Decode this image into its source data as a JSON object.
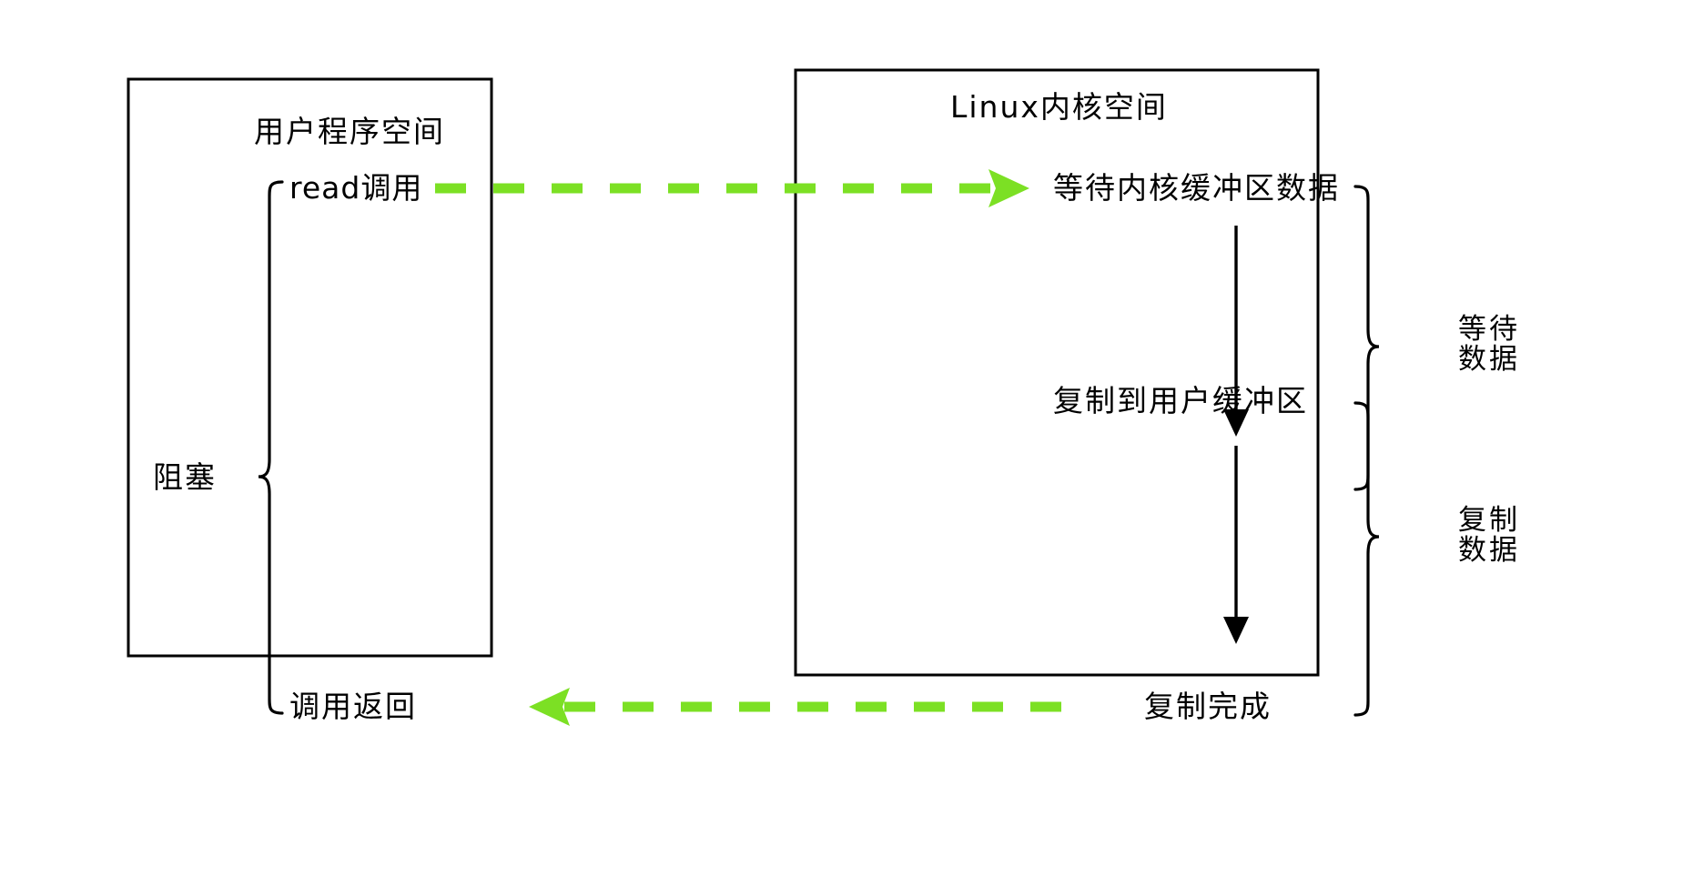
{
  "diagram": {
    "type": "flow-diagram",
    "title_hidden": "",
    "colors": {
      "stroke": "#000000",
      "background": "#ffffff",
      "green_arrow": "#7CE024"
    },
    "user_space": {
      "title": "用户程序空间",
      "brace_label": "阻塞",
      "steps": [
        {
          "label": "read调用"
        },
        {
          "label": "调用返回"
        }
      ]
    },
    "kernel_space": {
      "title": "Linux内核空间",
      "steps": [
        {
          "label": "等待内核缓冲区数据"
        },
        {
          "label": "复制到用户缓冲区"
        },
        {
          "label": "复制完成"
        }
      ],
      "brace_labels": [
        {
          "line1": "等待",
          "line2": "数据"
        },
        {
          "line1": "复制",
          "line2": "数据"
        }
      ]
    },
    "connections": [
      {
        "name": "read-call-to-kernel",
        "style": "dashed",
        "direction": "right",
        "color": "#7CE024"
      },
      {
        "name": "kernel-to-call-return",
        "style": "dashed",
        "direction": "left",
        "color": "#7CE024"
      },
      {
        "name": "wait-to-copy",
        "style": "solid",
        "direction": "down",
        "color": "#000000"
      },
      {
        "name": "copy-to-done",
        "style": "solid",
        "direction": "down",
        "color": "#000000"
      }
    ]
  }
}
